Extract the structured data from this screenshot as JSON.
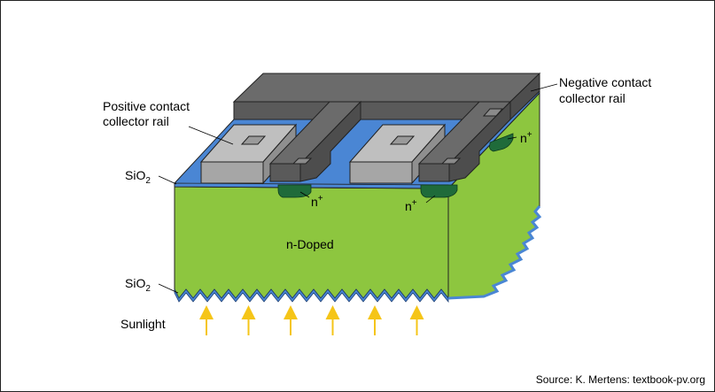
{
  "labels": {
    "positive_contact_line1": "Positive contact",
    "positive_contact_line2": "collector rail",
    "negative_contact_line1": "Negative contact",
    "negative_contact_line2": "collector rail",
    "sio2_top": "SiO",
    "sio2_top_sub": "2",
    "sio2_bottom": "SiO",
    "sio2_bottom_sub": "2",
    "n_plus_1": "n",
    "n_plus_1_sup": "+",
    "n_plus_2": "n",
    "n_plus_2_sup": "+",
    "n_plus_3": "n",
    "n_plus_3_sup": "+",
    "bulk": "n-Doped",
    "sunlight": "Sunlight",
    "source": "Source: K. Mertens: textbook-pv.org"
  },
  "colors": {
    "silicon_green": "#8dc63f",
    "silicon_side": "#7cb82f",
    "oxide_blue": "#4a86d4",
    "negative_rail": "#6b6b6b",
    "positive_rail": "#a6a6a6",
    "n_plus_dark_green": "#1f6b3a",
    "sunlight_arrow": "#f5c518"
  },
  "sunlight_arrow_count": 6
}
